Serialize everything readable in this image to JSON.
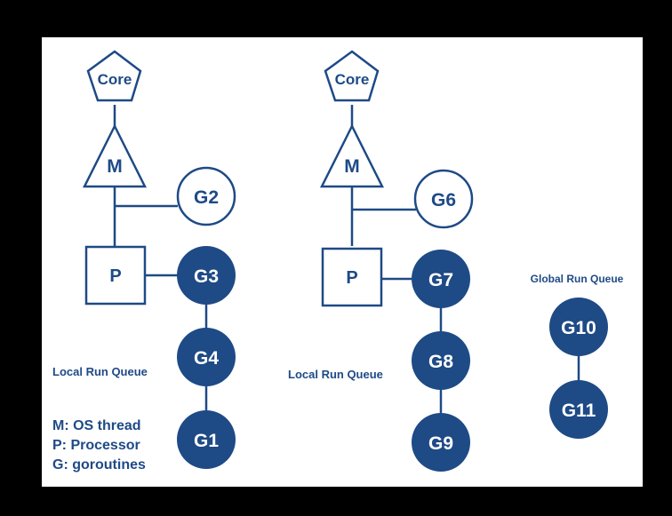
{
  "colors": {
    "primary": "#1e4a86",
    "background": "#ffffff",
    "frame": "#000000"
  },
  "left_group": {
    "core_label": "Core",
    "machine_label": "M",
    "processor_label": "P",
    "running_goroutine": "G2",
    "local_queue": [
      "G3",
      "G4",
      "G1"
    ],
    "queue_label": "Local Run Queue"
  },
  "right_group": {
    "core_label": "Core",
    "machine_label": "M",
    "processor_label": "P",
    "running_goroutine": "G6",
    "local_queue": [
      "G7",
      "G8",
      "G9"
    ],
    "queue_label": "Local Run Queue"
  },
  "global_queue": {
    "label": "Global Run Queue",
    "goroutines": [
      "G10",
      "G11"
    ]
  },
  "legend": [
    "M: OS thread",
    "P: Processor",
    "G: goroutines"
  ]
}
